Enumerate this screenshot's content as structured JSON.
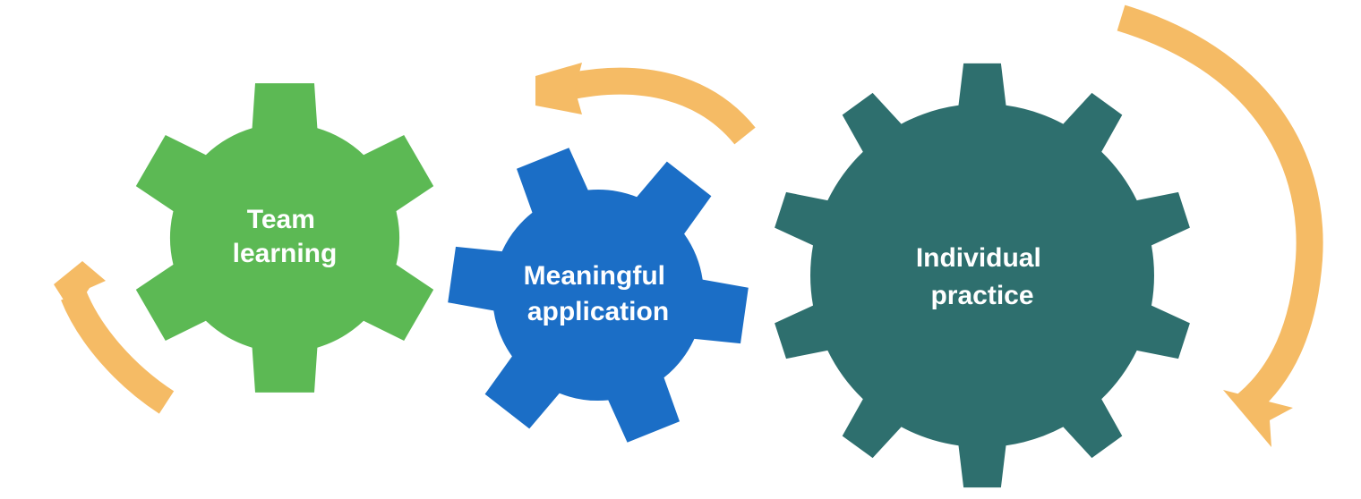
{
  "gears": [
    {
      "id": "team-learning",
      "label_lines": [
        "Team",
        "learning"
      ],
      "color": "#5cb954",
      "teeth": 6
    },
    {
      "id": "meaningful-application",
      "label_lines": [
        "Meaningful",
        "application"
      ],
      "color": "#1b6ec6",
      "teeth": 6
    },
    {
      "id": "individual-practice",
      "label_lines": [
        "Individual",
        "practice"
      ],
      "color": "#2e6f6e",
      "teeth": 10
    }
  ],
  "arrow_color": "#f5bb65",
  "cycle_direction": "counter-clockwise (right to left)"
}
